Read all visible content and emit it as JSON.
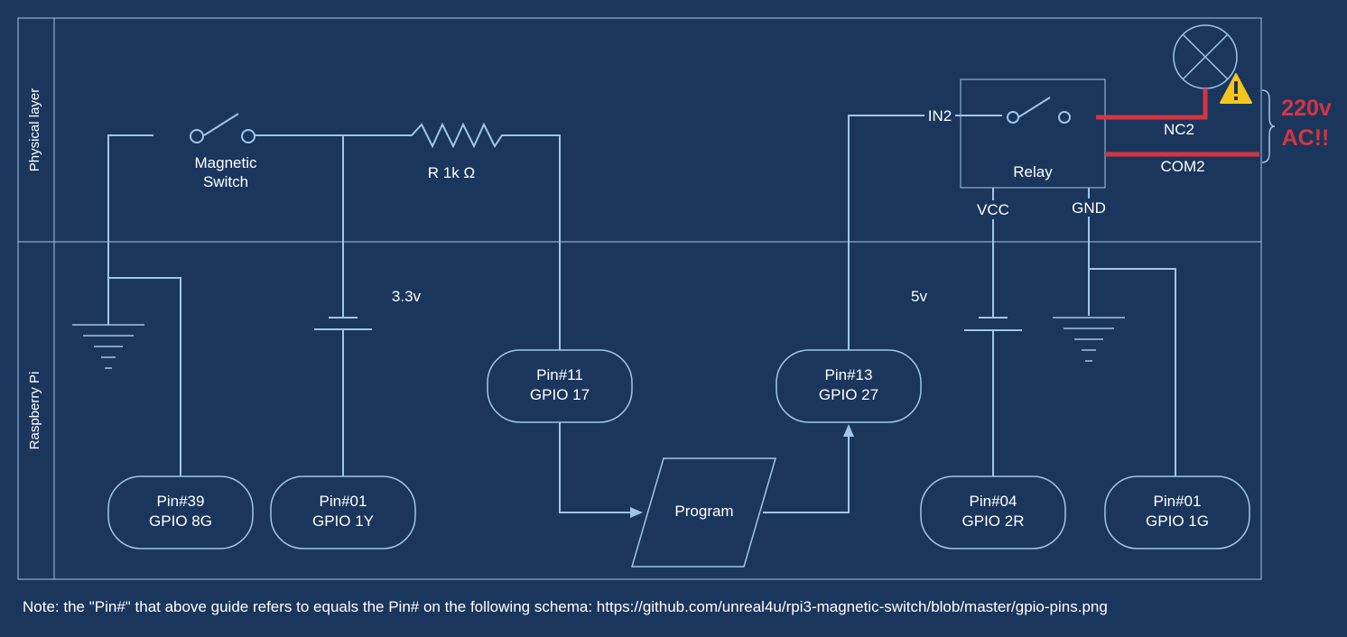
{
  "lanes": {
    "physical": "Physical layer",
    "raspberry": "Raspberry Pi"
  },
  "labels": {
    "magnetic_switch_line1": "Magnetic",
    "magnetic_switch_line2": "Switch",
    "resistor": "R 1k Ω",
    "voltage_3v3": "3.3v",
    "voltage_5v": "5v",
    "in2": "IN2",
    "nc2": "NC2",
    "com2": "COM2",
    "relay": "Relay",
    "vcc": "VCC",
    "gnd": "GND",
    "program": "Program",
    "warning_line1": "220v",
    "warning_line2": "AC!!"
  },
  "pins": {
    "pin39": {
      "pin": "Pin#39",
      "gpio": "GPIO 8G"
    },
    "pin01_left": {
      "pin": "Pin#01",
      "gpio": "GPIO 1Y"
    },
    "pin11": {
      "pin": "Pin#11",
      "gpio": "GPIO 17"
    },
    "pin13": {
      "pin": "Pin#13",
      "gpio": "GPIO 27"
    },
    "pin04": {
      "pin": "Pin#04",
      "gpio": "GPIO 2R"
    },
    "pin01_right": {
      "pin": "Pin#01",
      "gpio": "GPIO 1G"
    }
  },
  "note": "Note: the \"Pin#\" that above guide refers to equals the Pin# on the following schema: https://github.com/unreal4u/rpi3-magnetic-switch/blob/master/gpio-pins.png",
  "colors": {
    "background": "#1b365d",
    "wire": "#9fc5eb",
    "danger": "#d63441",
    "warning": "#f5c518"
  }
}
